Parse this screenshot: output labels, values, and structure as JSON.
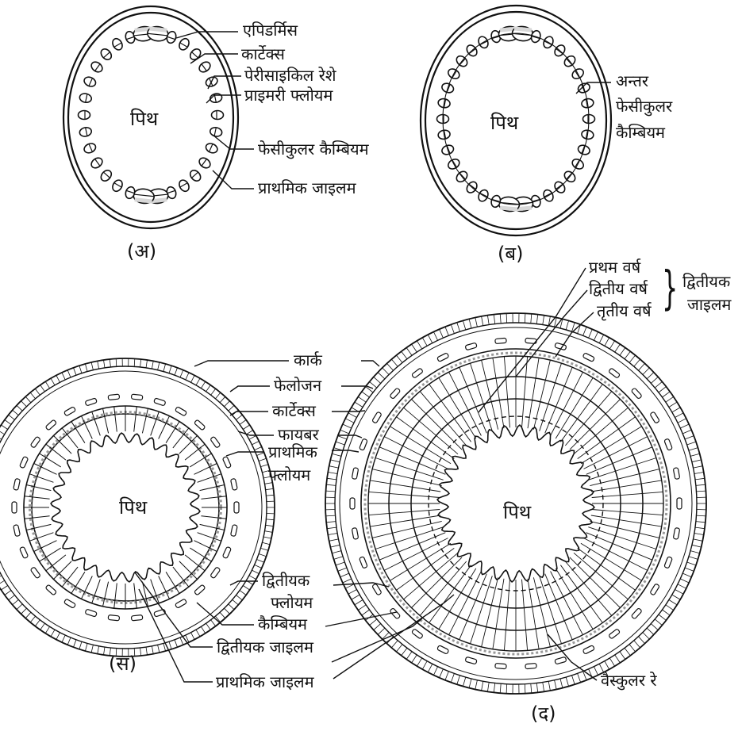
{
  "panels": {
    "a": {
      "caption": "(अ)",
      "center_label": "पिथ",
      "labels": {
        "epidermis": "एपिडर्मिस",
        "cortex": "कार्टेक्स",
        "pericycle_fibres": "पेरीसाइकिल रेशे",
        "primary_phloem": "प्राइमरी फ्लोयम",
        "fascicular_cambium": "फेसीकुलर कैम्बियम",
        "primary_xylem": "प्राथमिक जाइलम"
      }
    },
    "b": {
      "caption": "(ब)",
      "center_label": "पिथ",
      "labels": {
        "inter_1": "अन्तर",
        "inter_2": "फेसीकुलर",
        "inter_3": "कैम्बियम"
      }
    },
    "c": {
      "caption": "(स)",
      "center_label": "पिथ",
      "labels": {
        "cork": "कार्क",
        "phellogen": "फेलोजन",
        "cortex": "कार्टेक्स",
        "fibre": "फायबर",
        "primary_phloem_1": "प्राथमिक",
        "primary_phloem_2": "फ्लोयम",
        "secondary_phloem_1": "द्वितीयक",
        "secondary_phloem_2": "फ्लोयम",
        "cambium": "कैम्बियम",
        "secondary_xylem": "द्वितीयक जाइलम",
        "primary_xylem": "प्राथमिक जाइलम"
      }
    },
    "d": {
      "caption": "(द)",
      "center_label": "पिथ",
      "labels": {
        "first_year": "प्रथम वर्ष",
        "second_year": "द्वितीय वर्ष",
        "third_year": "तृतीय वर्ष",
        "brace": "}",
        "secondary_xylem_1": "द्वितीयक",
        "secondary_xylem_2": "जाइलम",
        "vascular_ray": "वैस्कुलर रे"
      }
    }
  }
}
